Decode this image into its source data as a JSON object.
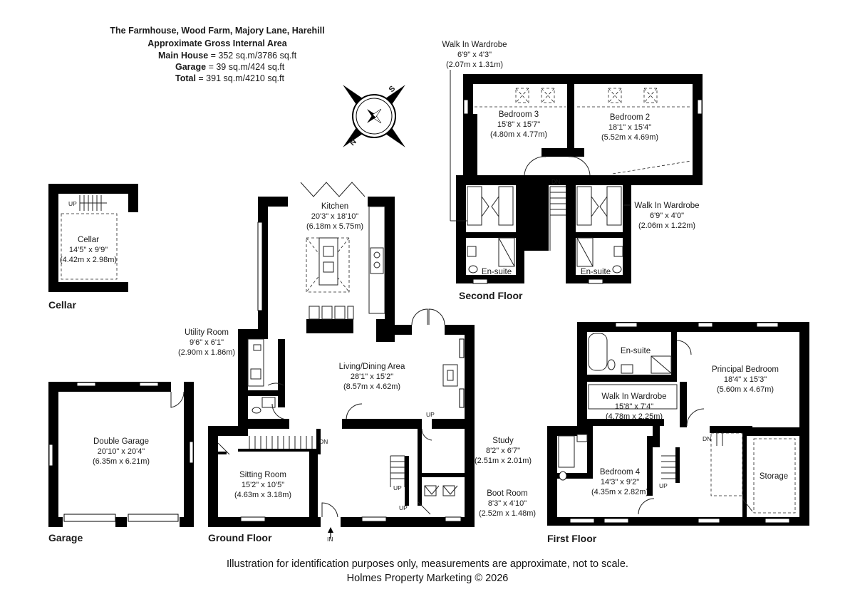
{
  "header": {
    "property": "The Farmhouse, Wood Farm, Majory Lane, Harehill",
    "area_title": "Approximate Gross Internal Area",
    "main_label": "Main House",
    "main_value": " = 352 sq.m/3786 sq.ft",
    "garage_label": "Garage",
    "garage_value": " = 39 sq.m/424 sq.ft",
    "total_label": "Total",
    "total_value": " = 391 sq.m/4210 sq.ft"
  },
  "compass": {
    "north": "N",
    "south": "S"
  },
  "floors": {
    "cellar": "Cellar",
    "garage": "Garage",
    "ground": "Ground Floor",
    "first": "First Floor",
    "second": "Second Floor"
  },
  "rooms": {
    "cellar": {
      "name": "Cellar",
      "imperial": "14'5\" x 9'9\"",
      "metric": "(4.42m x 2.98m)"
    },
    "double_garage": {
      "name": "Double Garage",
      "imperial": "20'10\" x 20'4\"",
      "metric": "(6.35m x 6.21m)"
    },
    "kitchen": {
      "name": "Kitchen",
      "imperial": "20'3\" x 18'10\"",
      "metric": "(6.18m x 5.75m)"
    },
    "utility": {
      "name": "Utility Room",
      "imperial": "9'6\" x 6'1\"",
      "metric": "(2.90m x 1.86m)"
    },
    "living": {
      "name": "Living/Dining Area",
      "imperial": "28'1\" x 15'2\"",
      "metric": "(8.57m x 4.62m)"
    },
    "sitting": {
      "name": "Sitting Room",
      "imperial": "15'2\" x 10'5\"",
      "metric": "(4.63m x 3.18m)"
    },
    "study": {
      "name": "Study",
      "imperial": "8'2\" x 6'7\"",
      "metric": "(2.51m x 2.01m)"
    },
    "boot": {
      "name": "Boot Room",
      "imperial": "8'3\" x 4'10\"",
      "metric": "(2.52m x 1.48m)"
    },
    "bedroom3": {
      "name": "Bedroom 3",
      "imperial": "15'8\" x 15'7\"",
      "metric": "(4.80m x 4.77m)"
    },
    "bedroom2": {
      "name": "Bedroom 2",
      "imperial": "18'1\" x 15'4\"",
      "metric": "(5.52m x 4.69m)"
    },
    "wiw_top": {
      "name": "Walk In Wardrobe",
      "imperial": "6'9\" x 4'3\"",
      "metric": "(2.07m x 1.31m)"
    },
    "wiw_right": {
      "name": "Walk In Wardrobe",
      "imperial": "6'9\" x 4'0\"",
      "metric": "(2.06m x 1.22m)"
    },
    "ensuite_sf_left": {
      "name": "En-suite"
    },
    "ensuite_sf_right": {
      "name": "En-suite"
    },
    "ensuite_ff": {
      "name": "En-suite"
    },
    "principal": {
      "name": "Principal Bedroom",
      "imperial": "18'4\" x 15'3\"",
      "metric": "(5.60m x 4.67m)"
    },
    "wiw_ff": {
      "name": "Walk In Wardrobe",
      "imperial": "15'8\" x 7'4\"",
      "metric": "(4.78m x 2.25m)"
    },
    "bedroom4": {
      "name": "Bedroom 4",
      "imperial": "14'3\" x 9'2\"",
      "metric": "(4.35m x 2.82m)"
    },
    "storage": {
      "name": "Storage"
    }
  },
  "stair_marks": {
    "up": "UP",
    "down": "DN",
    "in": "IN"
  },
  "footer": {
    "disclaimer": "Illustration for identification purposes only, measurements are approximate, not to scale.",
    "copyright": "Holmes Property Marketing © 2026"
  }
}
